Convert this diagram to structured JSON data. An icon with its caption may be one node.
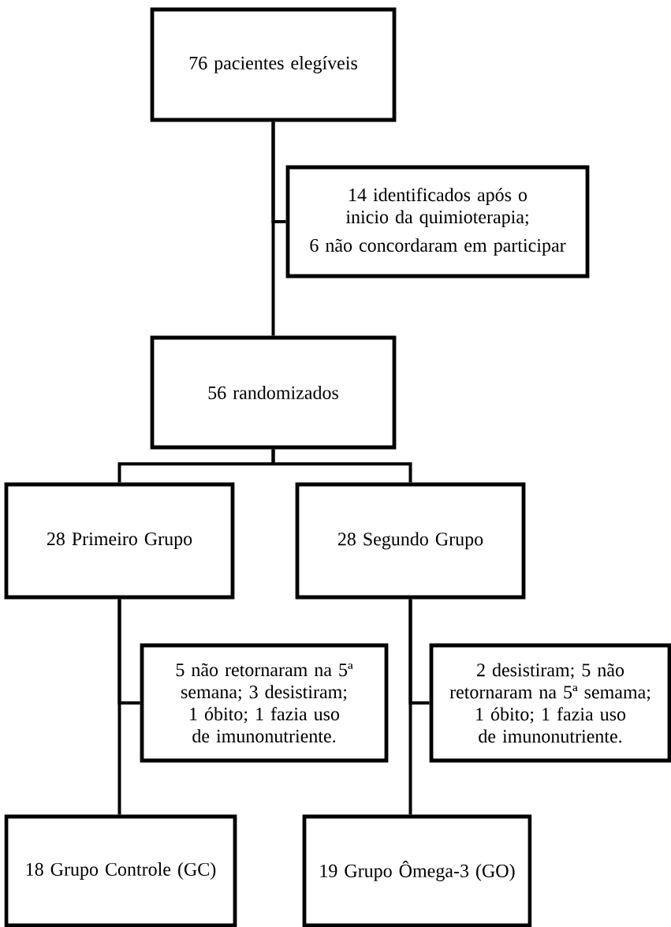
{
  "diagram": {
    "nodes": [
      {
        "text": [
          "76 pacientes elegíveis"
        ]
      },
      {
        "text": [
          "14 identificados após o inicio da quimioterapia;",
          "6 não concordaram em participar"
        ]
      },
      {
        "text": [
          "56 randomizados"
        ]
      },
      {
        "text": [
          "28 Primeiro Grupo"
        ]
      },
      {
        "text": [
          "28 Segundo Grupo"
        ]
      },
      {
        "text": [
          "5 não retornaram na 5ª semana; 3 desistiram; 1 óbito; 1 fazia uso de imunonutriente."
        ]
      },
      {
        "text": [
          "2 desistiram; 5 não retornaram na 5ª semama; 1 óbito; 1 fazia uso de imunonutriente."
        ]
      },
      {
        "text": [
          "18 Grupo Controle (GC)"
        ]
      },
      {
        "text": [
          "19 Grupo Ômega-3 (GO)"
        ]
      }
    ],
    "edges": [
      {
        "from": 0,
        "to": 2,
        "arrow": "none"
      },
      {
        "from": 0,
        "to": 1,
        "arrow": "none"
      },
      {
        "from": 2,
        "to": 3,
        "arrow": "none"
      },
      {
        "from": 2,
        "to": 4,
        "arrow": "none"
      },
      {
        "from": 3,
        "to": 5,
        "arrow": "none"
      },
      {
        "from": 3,
        "to": 7,
        "arrow": "none"
      },
      {
        "from": 4,
        "to": 6,
        "arrow": "none"
      },
      {
        "from": 4,
        "to": 8,
        "arrow": "none"
      }
    ]
  }
}
